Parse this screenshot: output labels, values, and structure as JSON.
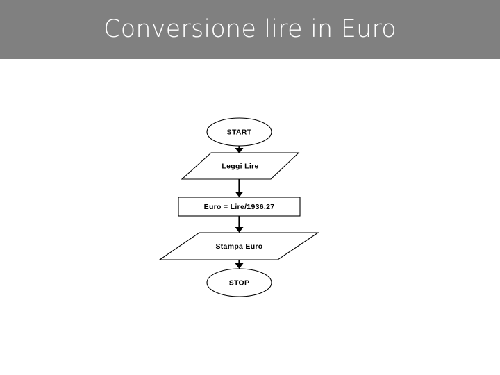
{
  "slide": {
    "title": "Conversione lire in Euro",
    "banner_color": "#808080",
    "background_color": "#ffffff",
    "title_color": "#ffffff"
  },
  "flowchart": {
    "stroke_color": "#000000",
    "fill_color": "#ffffff",
    "nodes": [
      {
        "id": "start",
        "shape": "ellipse",
        "label": "START"
      },
      {
        "id": "read",
        "shape": "parallelogram",
        "label": "Leggi Lire"
      },
      {
        "id": "compute",
        "shape": "rectangle",
        "label": "Euro = Lire/1936,27"
      },
      {
        "id": "print",
        "shape": "parallelogram",
        "label": "Stampa Euro"
      },
      {
        "id": "stop",
        "shape": "ellipse",
        "label": "STOP"
      }
    ],
    "connectors": [
      {
        "from": "start",
        "to": "read"
      },
      {
        "from": "read",
        "to": "compute"
      },
      {
        "from": "compute",
        "to": "print"
      },
      {
        "from": "print",
        "to": "stop"
      }
    ]
  }
}
